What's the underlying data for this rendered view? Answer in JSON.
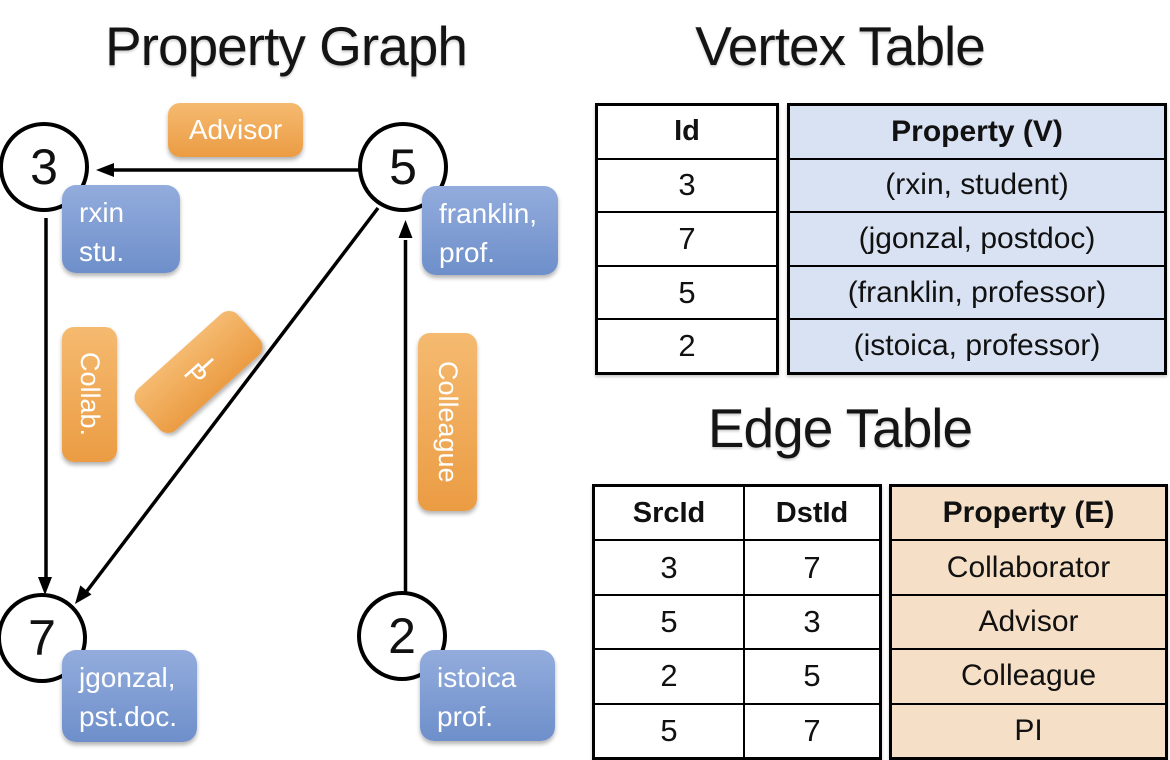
{
  "colors": {
    "edge_label_orange": "#EB9C43",
    "vertex_card_blue": "#6E8FCA",
    "vertex_table_fill": "#D9E2F2",
    "edge_table_fill": "#F5DFC6",
    "line_black": "#000000"
  },
  "graph": {
    "title": "Property Graph",
    "vertices": [
      {
        "id": "3",
        "card": [
          "rxin",
          "stu."
        ]
      },
      {
        "id": "5",
        "card": [
          "franklin,",
          "prof."
        ]
      },
      {
        "id": "7",
        "card": [
          "jgonzal,",
          "pst.doc."
        ]
      },
      {
        "id": "2",
        "card": [
          "istoica",
          "prof."
        ]
      }
    ],
    "edge_labels": [
      {
        "name": "advisor",
        "text": "Advisor"
      },
      {
        "name": "collab",
        "text": "Collab."
      },
      {
        "name": "pi",
        "text": "PI",
        "letters": [
          "P",
          "I"
        ]
      },
      {
        "name": "colleague",
        "text": "Colleague"
      }
    ]
  },
  "vertex_table": {
    "title": "Vertex Table",
    "columns": {
      "id": "Id",
      "property": "Property (V)"
    },
    "rows": [
      {
        "id": "3",
        "property": "(rxin, student)"
      },
      {
        "id": "7",
        "property": "(jgonzal, postdoc)"
      },
      {
        "id": "5",
        "property": "(franklin, professor)"
      },
      {
        "id": "2",
        "property": "(istoica, professor)"
      }
    ]
  },
  "edge_table": {
    "title": "Edge Table",
    "columns": {
      "src": "SrcId",
      "dst": "DstId",
      "property": "Property (E)"
    },
    "rows": [
      {
        "src": "3",
        "dst": "7",
        "property": "Collaborator"
      },
      {
        "src": "5",
        "dst": "3",
        "property": "Advisor"
      },
      {
        "src": "2",
        "dst": "5",
        "property": "Colleague"
      },
      {
        "src": "5",
        "dst": "7",
        "property": "PI"
      }
    ]
  }
}
